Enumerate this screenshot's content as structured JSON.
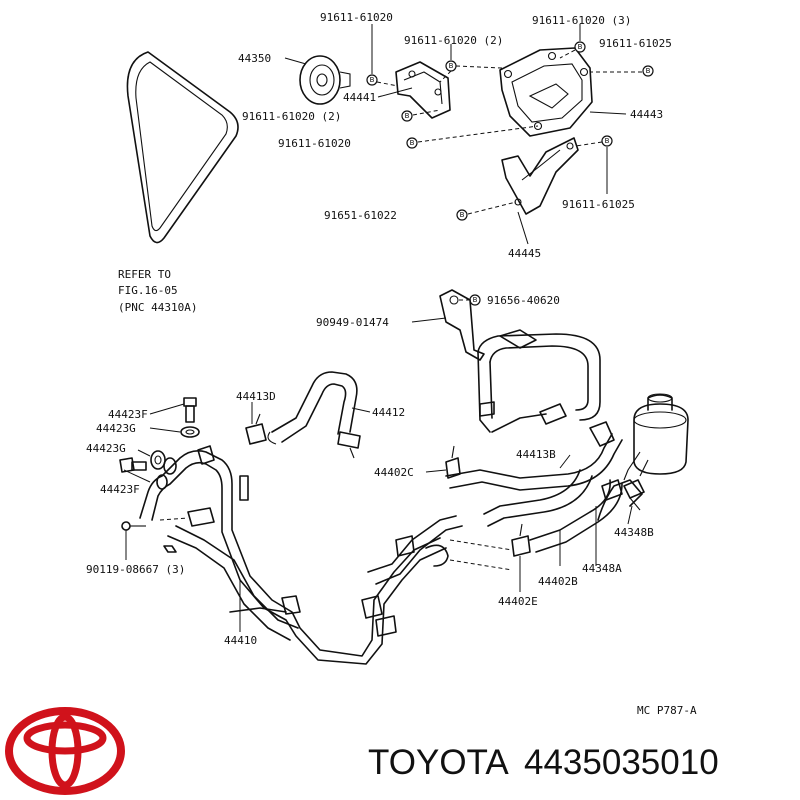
{
  "labels": {
    "l91611_61020_top": "91611-61020",
    "l91611_61020_3": "91611-61020 (3)",
    "l91611_61020_2a": "91611-61020 (2)",
    "l91611_61025_a": "91611-61025",
    "l44350": "44350",
    "l44441": "44441",
    "l91611_61020_2b": "91611-61020 (2)",
    "l44443": "44443",
    "l91611_61020_mid": "91611-61020",
    "l91651_61022": "91651-61022",
    "l91611_61025_b": "91611-61025",
    "l44445": "44445",
    "l90949_01474": "90949-01474",
    "l91656_40620": "91656-40620",
    "l44413D": "44413D",
    "l44412": "44412",
    "l44423F_a": "44423F",
    "l44423G_a": "44423G",
    "l44423G_b": "44423G",
    "l44423F_b": "44423F",
    "l44402C": "44402C",
    "l44413B": "44413B",
    "l44348B": "44348B",
    "l44348A": "44348A",
    "l44402B": "44402B",
    "l44402E": "44402E",
    "l90119_08667": "90119-08667 (3)",
    "l44410": "44410"
  },
  "belt_note": [
    "REFER TO",
    "FIG.16-05",
    "(PNC  44310A)"
  ],
  "diagram_code": "MC P787-A",
  "bolt_letter": "B",
  "brand": {
    "name": "TOYOTA",
    "part_number": "4435035010",
    "logo_color": "#d0121b"
  }
}
